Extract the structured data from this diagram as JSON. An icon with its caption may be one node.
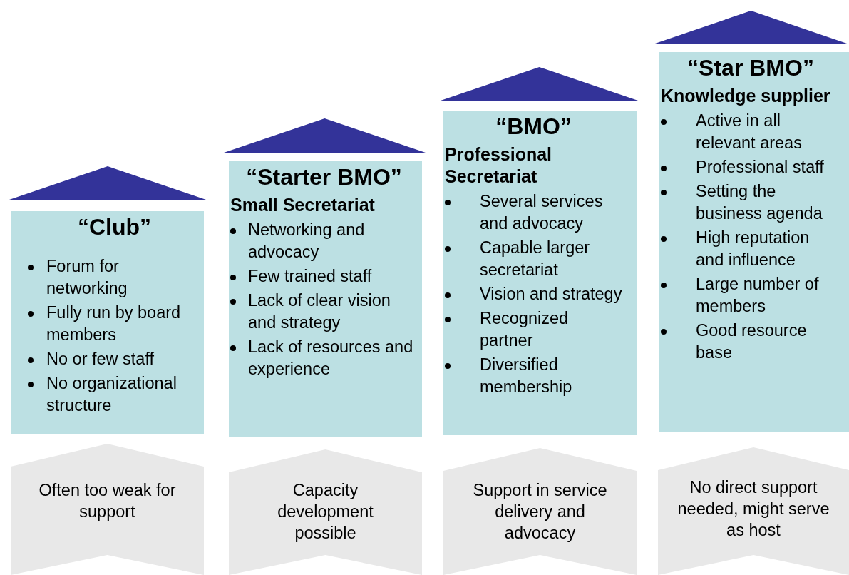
{
  "diagram": {
    "nodes": [
      {
        "text": [
          "“Club”",
          "Forum for networking",
          "Fully run by board members",
          "No or few staff",
          "No organizational structure"
        ]
      },
      {
        "text": [
          "“Starter BMO”",
          "Small Secretariat",
          "Networking and advocacy",
          "Few trained staff",
          "Lack of clear vision and strategy",
          "Lack of resources and experience"
        ]
      },
      {
        "text": [
          "“BMO”",
          "Professional Secretariat",
          "Several services and advocacy",
          "Capable larger secretariat",
          "Vision and strategy",
          "Recognized partner",
          "Diversified membership"
        ]
      },
      {
        "text": [
          "“Star BMO”",
          "Knowledge supplier",
          "Active in all relevant areas",
          "Professional staff",
          "Setting the business agenda",
          "High reputation and influence",
          "Large number of members",
          "Good resource base"
        ]
      },
      {
        "text": [
          "Often too weak for support"
        ]
      },
      {
        "text": [
          "Capacity development possible"
        ]
      },
      {
        "text": [
          "Support in service delivery and advocacy"
        ]
      },
      {
        "text": [
          "No direct support needed, might serve as host"
        ]
      },
      {
        "text": [],
        "shape": "triangle"
      },
      {
        "text": [],
        "shape": "triangle"
      },
      {
        "text": [],
        "shape": "triangle"
      },
      {
        "text": [],
        "shape": "triangle"
      }
    ]
  }
}
